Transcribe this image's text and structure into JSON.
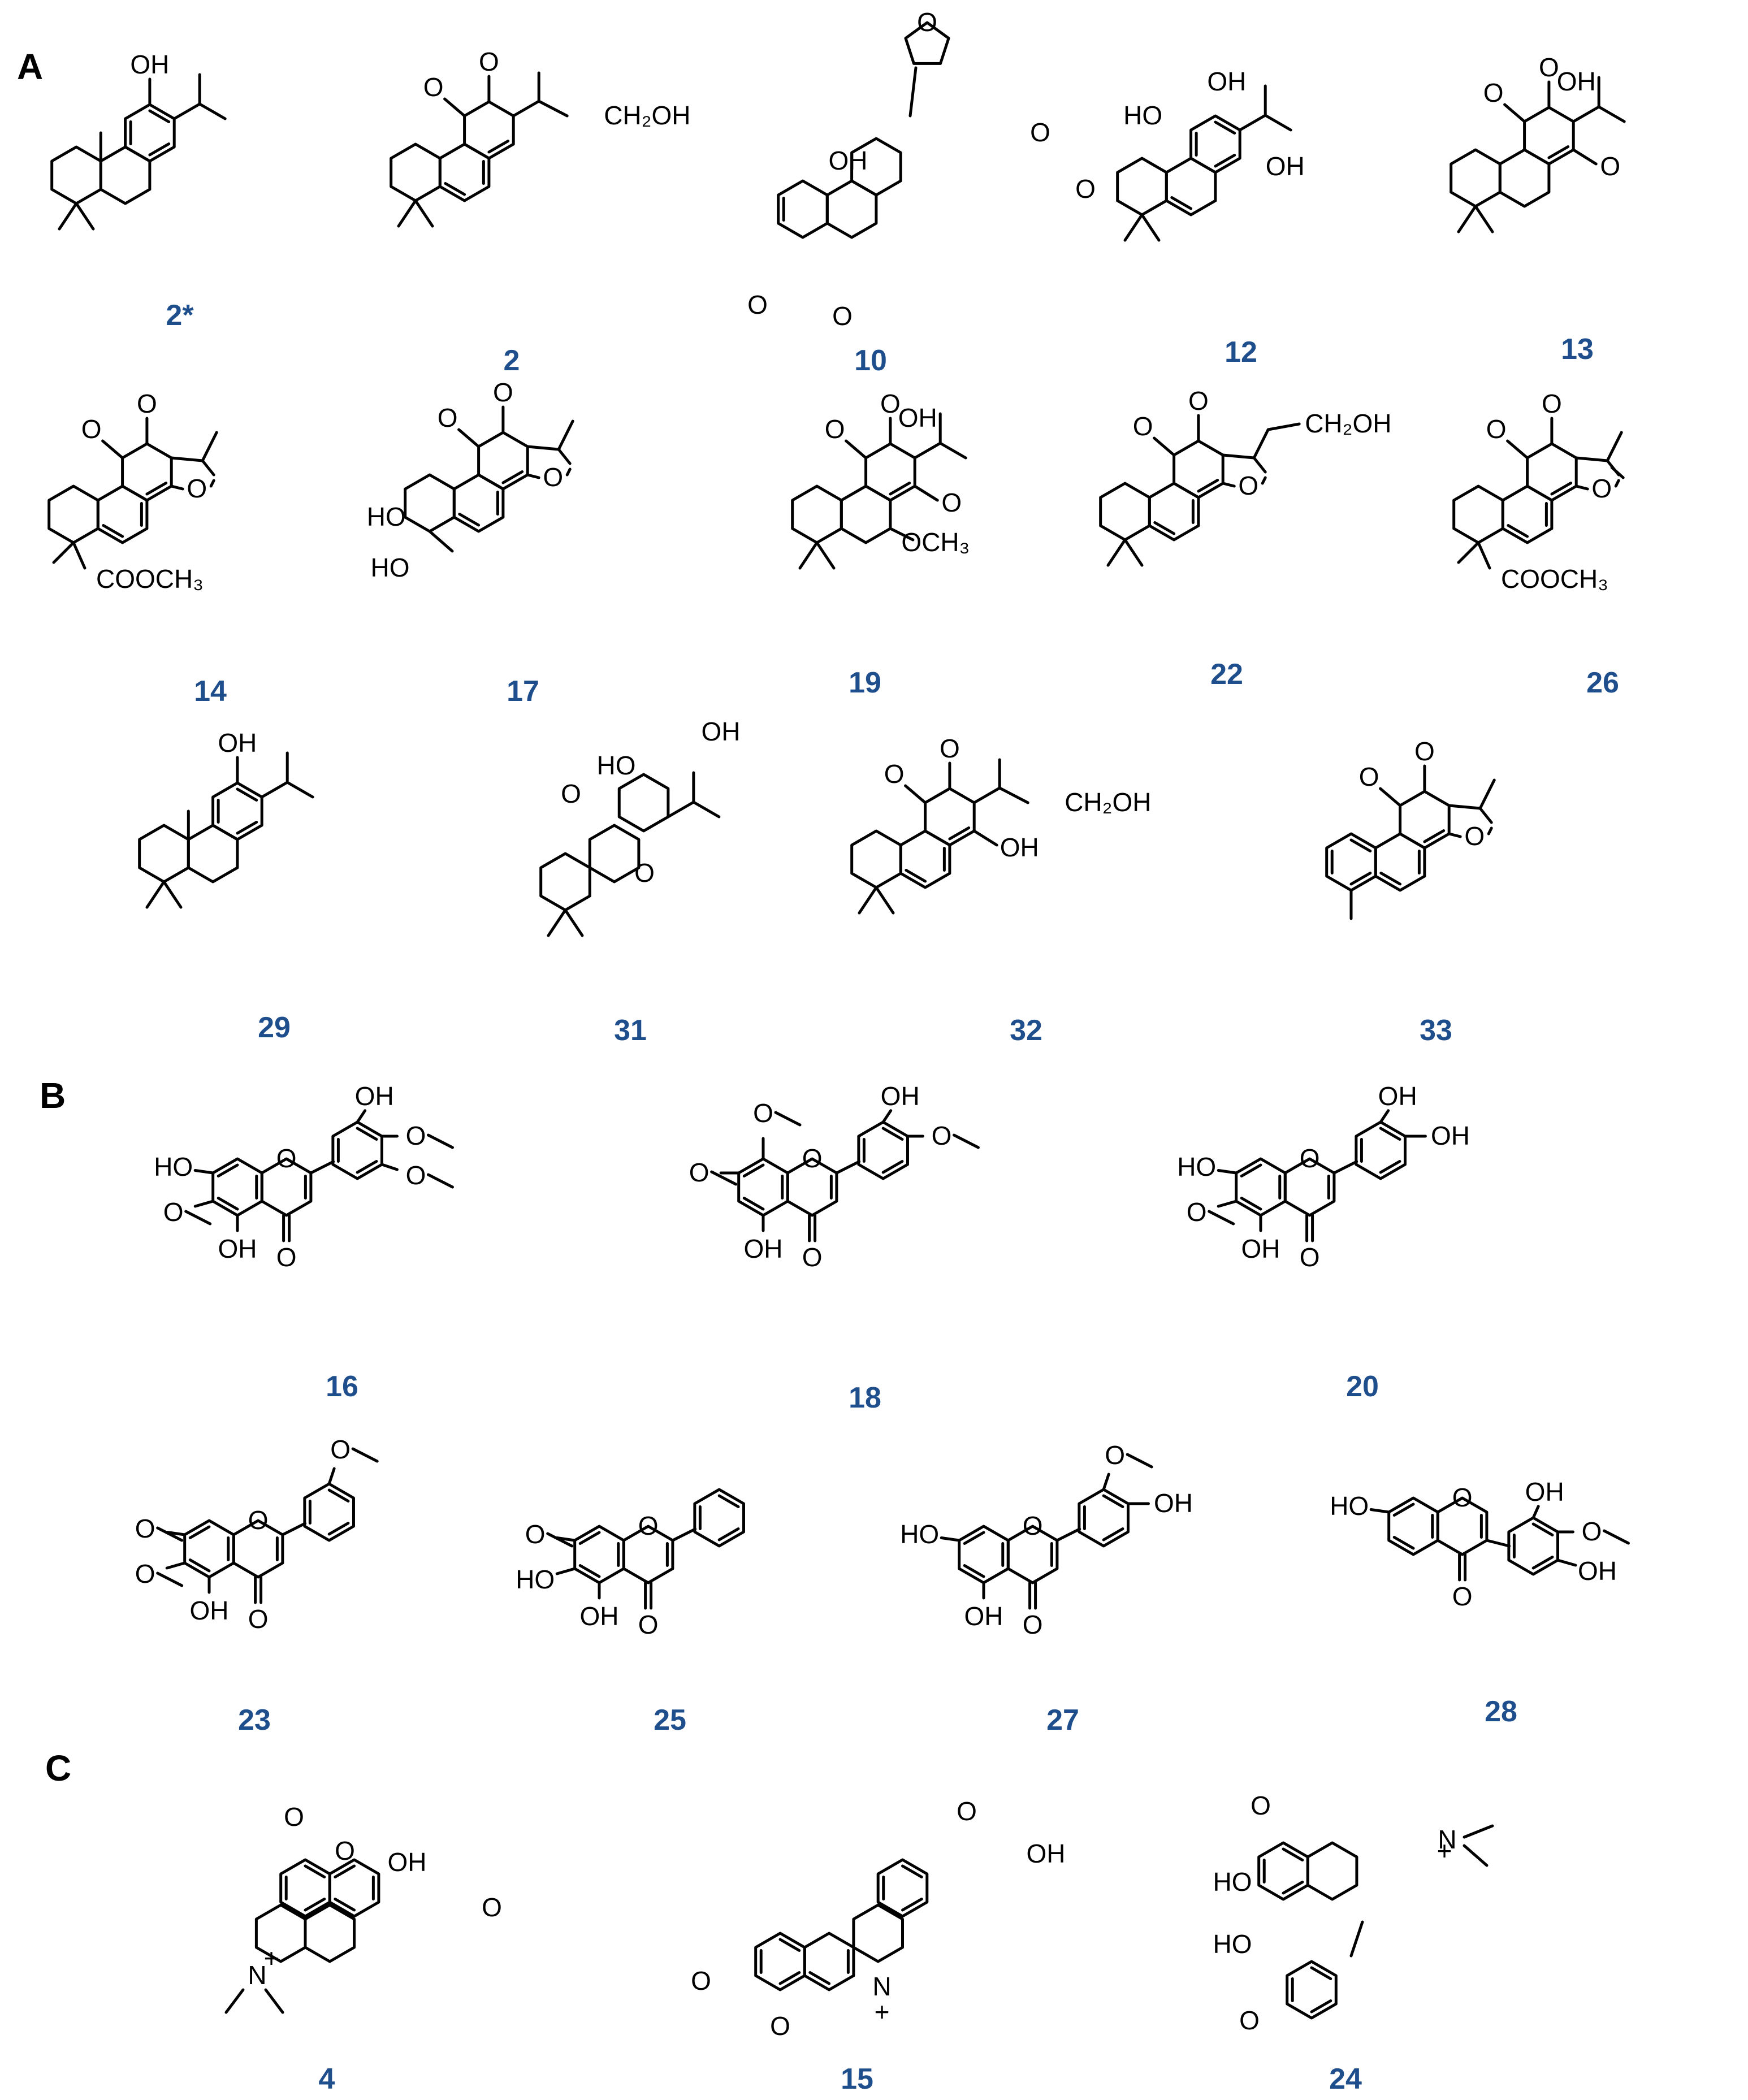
{
  "sections": [
    {
      "id": "A",
      "label": "A"
    },
    {
      "id": "B",
      "label": "B"
    },
    {
      "id": "C",
      "label": "C"
    }
  ],
  "compounds": [
    {
      "id": "2star",
      "label": "2*",
      "section": "A",
      "type": "abietane"
    },
    {
      "id": "2",
      "label": "2",
      "section": "A",
      "type": "orthoquinone-phenanthrene"
    },
    {
      "id": "10",
      "label": "10",
      "section": "A",
      "type": "furan-lactone"
    },
    {
      "id": "12",
      "label": "12",
      "section": "A",
      "type": "phenol-abietane"
    },
    {
      "id": "13",
      "label": "13",
      "section": "A",
      "type": "quinone-abietane"
    },
    {
      "id": "14",
      "label": "14",
      "section": "A",
      "type": "dihydrofuran-ester"
    },
    {
      "id": "17",
      "label": "17",
      "section": "A",
      "type": "dihydrofuran-diol"
    },
    {
      "id": "19",
      "label": "19",
      "section": "A",
      "type": "quinone-methoxy"
    },
    {
      "id": "22",
      "label": "22",
      "section": "A",
      "type": "dihydrofuran-ch2oh"
    },
    {
      "id": "26",
      "label": "26",
      "section": "A",
      "type": "furan-ester"
    },
    {
      "id": "29",
      "label": "29",
      "section": "A",
      "type": "abietane-ethanol"
    },
    {
      "id": "31",
      "label": "31",
      "section": "A",
      "type": "lactone-bridged"
    },
    {
      "id": "32",
      "label": "32",
      "section": "A",
      "type": "phenanthrene-quinone"
    },
    {
      "id": "33",
      "label": "33",
      "section": "A",
      "type": "tanshinone"
    },
    {
      "id": "16",
      "label": "16",
      "section": "B",
      "type": "flavone"
    },
    {
      "id": "18",
      "label": "18",
      "section": "B",
      "type": "flavone"
    },
    {
      "id": "20",
      "label": "20",
      "section": "B",
      "type": "flavonol"
    },
    {
      "id": "23",
      "label": "23",
      "section": "B",
      "type": "flavone"
    },
    {
      "id": "25",
      "label": "25",
      "section": "B",
      "type": "flavone"
    },
    {
      "id": "27",
      "label": "27",
      "section": "B",
      "type": "flavone"
    },
    {
      "id": "28",
      "label": "28",
      "section": "B",
      "type": "isoflavone"
    },
    {
      "id": "4",
      "label": "4",
      "section": "C",
      "type": "aporphine"
    },
    {
      "id": "15",
      "label": "15",
      "section": "C",
      "type": "protoberberine"
    },
    {
      "id": "24",
      "label": "24",
      "section": "C",
      "type": "benzylisoquinoline"
    }
  ],
  "atom_texts": {
    "OH": "OH",
    "HO": "HO",
    "O": "O",
    "CH2OH": "CH₂OH",
    "COOCH3": "COOCH₃",
    "OCH3": "OCH₃",
    "N": "N",
    "plus": "+"
  }
}
